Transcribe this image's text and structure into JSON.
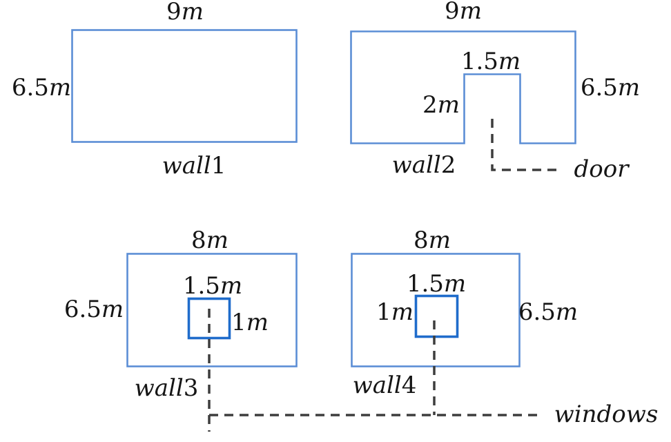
{
  "colors": {
    "wall_outline": "#5b8ed5",
    "window_outline": "#1f6ccb",
    "leader": "#3d3d3d",
    "text": "#151515"
  },
  "walls": [
    {
      "name": "wall1",
      "width": "9m",
      "height": "6.5m"
    },
    {
      "name": "wall2",
      "width": "9m",
      "height": "6.5m",
      "door_width": "1.5m",
      "door_height": "2m"
    },
    {
      "name": "wall3",
      "width": "8m",
      "height": "6.5m",
      "window_width": "1.5m",
      "window_height": "1m"
    },
    {
      "name": "wall4",
      "width": "8m",
      "height": "6.5m",
      "window_width": "1.5m",
      "window_height": "1m"
    }
  ],
  "annotations": {
    "door": "door",
    "windows": "windows"
  }
}
